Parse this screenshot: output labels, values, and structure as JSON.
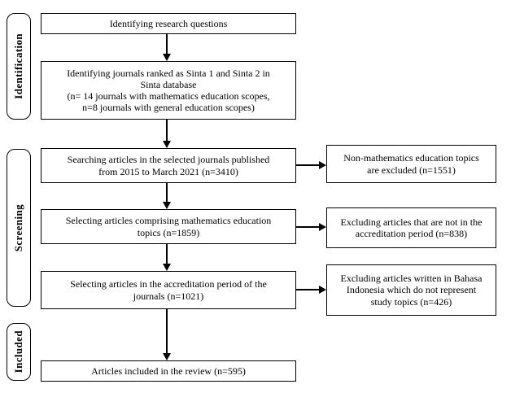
{
  "colors": {
    "ink": "#000000",
    "background": "#ffffff"
  },
  "stages": {
    "identification": "Identification",
    "screening": "Screening",
    "included": "Included"
  },
  "flow": {
    "boxes": [
      {
        "id": "research-questions",
        "text": "Identifying research questions"
      },
      {
        "id": "identify-journals",
        "text": "Identifying journals ranked as Sinta 1 and Sinta 2 in\nSinta database\n(n= 14 journals with mathematics education scopes,\nn=8 journals with general education scopes)"
      },
      {
        "id": "search-articles",
        "text": "Searching articles in the selected journals published\nfrom 2015 to March 2021 (n=3410)"
      },
      {
        "id": "select-math-topics",
        "text": "Selecting articles comprising mathematics education\ntopics (n=1859)"
      },
      {
        "id": "select-accreditation-period",
        "text": "Selecting articles in the accreditation period of the\njournals (n=1021)"
      },
      {
        "id": "included-in-review",
        "text": "Articles  included in the review (n=595)"
      }
    ],
    "exclusions": [
      {
        "id": "non-math-excluded",
        "text": "Non-mathematics education topics\nare excluded (n=1551)"
      },
      {
        "id": "outside-accreditation-period",
        "text": "Excluding articles that are not in the\naccreditation period (n=838)"
      },
      {
        "id": "bahasa-indonesia-excluded",
        "text": "Excluding articles written in Bahasa\nIndonesia which do not represent\nstudy topics (n=426)"
      }
    ]
  }
}
